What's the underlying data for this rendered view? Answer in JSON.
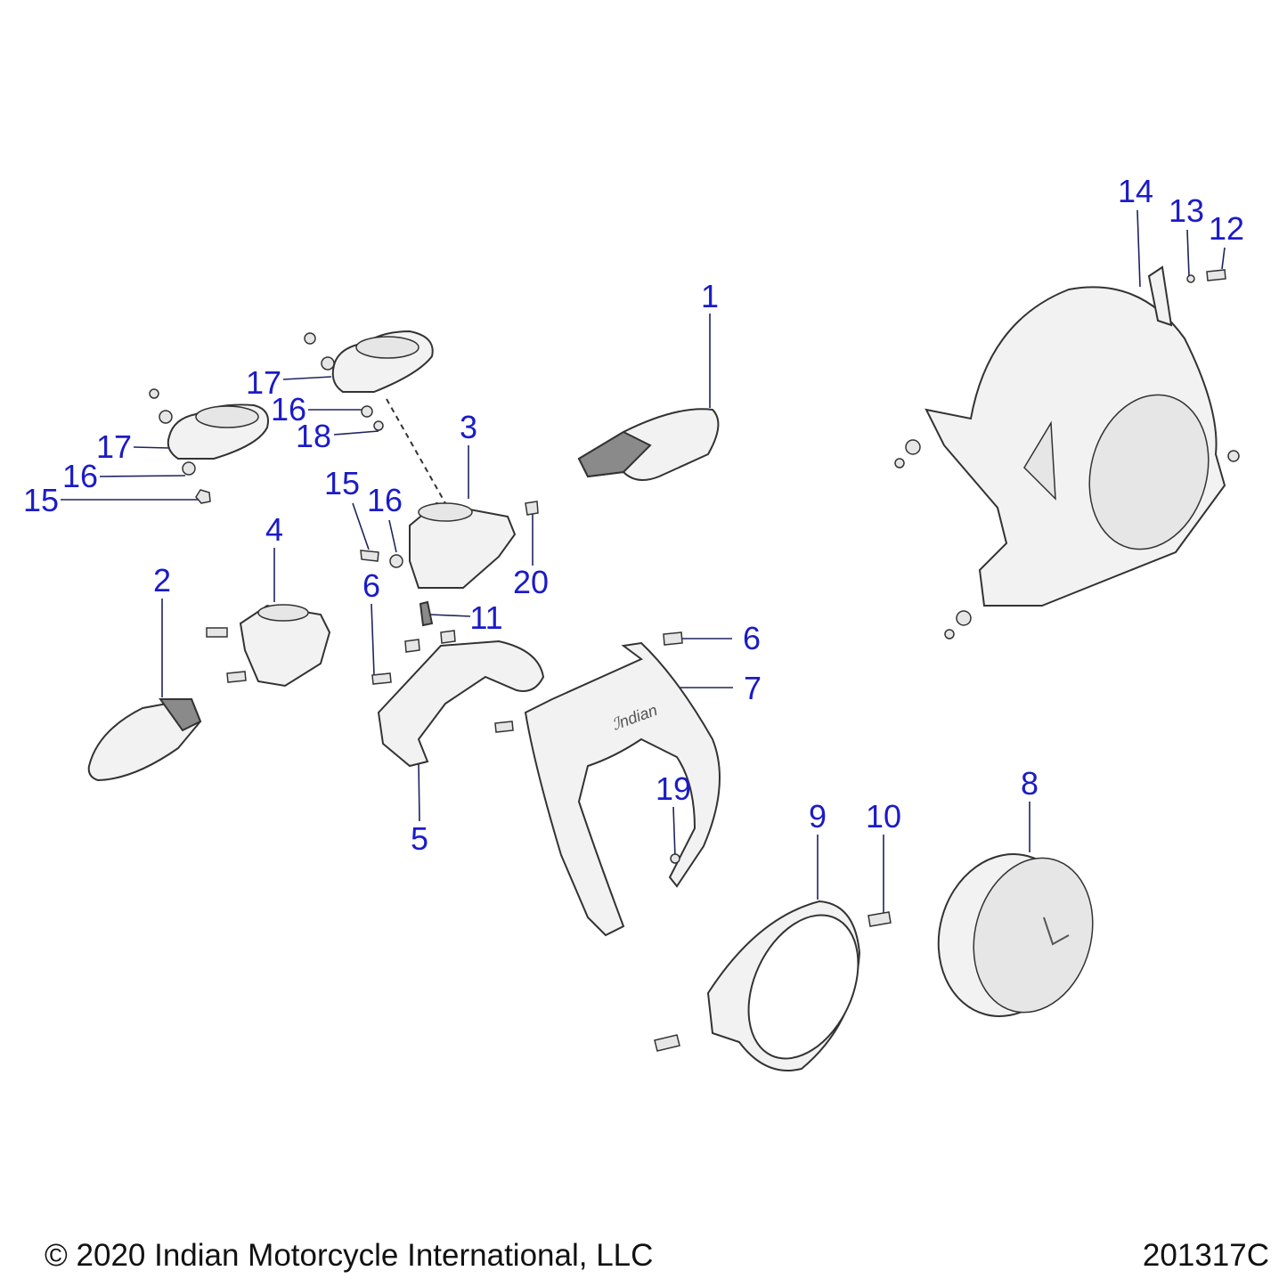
{
  "callouts": [
    {
      "id": "1",
      "text": "1"
    },
    {
      "id": "2",
      "text": "2"
    },
    {
      "id": "3",
      "text": "3"
    },
    {
      "id": "4",
      "text": "4"
    },
    {
      "id": "5",
      "text": "5"
    },
    {
      "id": "6a",
      "text": "6"
    },
    {
      "id": "6b",
      "text": "6"
    },
    {
      "id": "7",
      "text": "7"
    },
    {
      "id": "8",
      "text": "8"
    },
    {
      "id": "9",
      "text": "9"
    },
    {
      "id": "10",
      "text": "10"
    },
    {
      "id": "11",
      "text": "11"
    },
    {
      "id": "12",
      "text": "12"
    },
    {
      "id": "13",
      "text": "13"
    },
    {
      "id": "14",
      "text": "14"
    },
    {
      "id": "15a",
      "text": "15"
    },
    {
      "id": "15b",
      "text": "15"
    },
    {
      "id": "16a",
      "text": "16"
    },
    {
      "id": "16b",
      "text": "16"
    },
    {
      "id": "16c",
      "text": "16"
    },
    {
      "id": "17a",
      "text": "17"
    },
    {
      "id": "17b",
      "text": "17"
    },
    {
      "id": "18",
      "text": "18"
    },
    {
      "id": "19",
      "text": "19"
    },
    {
      "id": "20",
      "text": "20"
    }
  ],
  "footer": {
    "copyright": "© 2020 Indian Motorcycle International, LLC",
    "diagram_id": "201317C"
  },
  "colors": {
    "label": "#1b1bc8",
    "leader": "#1e2460"
  }
}
